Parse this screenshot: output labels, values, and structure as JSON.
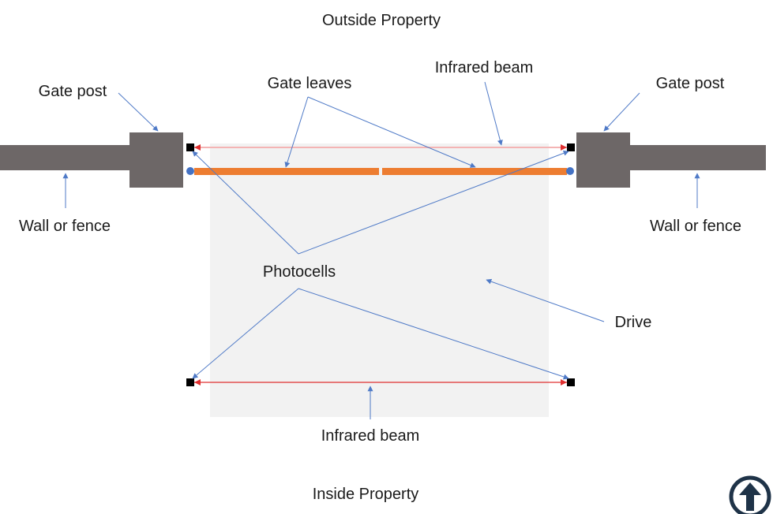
{
  "labels": {
    "outside_property": "Outside Property",
    "inside_property": "Inside Property",
    "gate_post_left": "Gate post",
    "gate_post_right": "Gate post",
    "gate_leaves": "Gate leaves",
    "infrared_beam_top": "Infrared beam",
    "infrared_beam_bottom": "Infrared beam",
    "wall_left": "Wall or fence",
    "wall_right": "Wall or fence",
    "photocells": "Photocells",
    "drive": "Drive"
  },
  "colors": {
    "wall": "#6d6767",
    "post": "#6d6767",
    "gate_leaf": "#ed7d31",
    "hinge": "#4472c4",
    "photocell": "#000000",
    "beam_outer": "#f4b4b4",
    "beam_inner": "#e03030",
    "drive": "#f2f2f2",
    "callout": "#4f7ac7"
  },
  "icons": {
    "scroll_top": "arrow-up-circle-icon"
  }
}
